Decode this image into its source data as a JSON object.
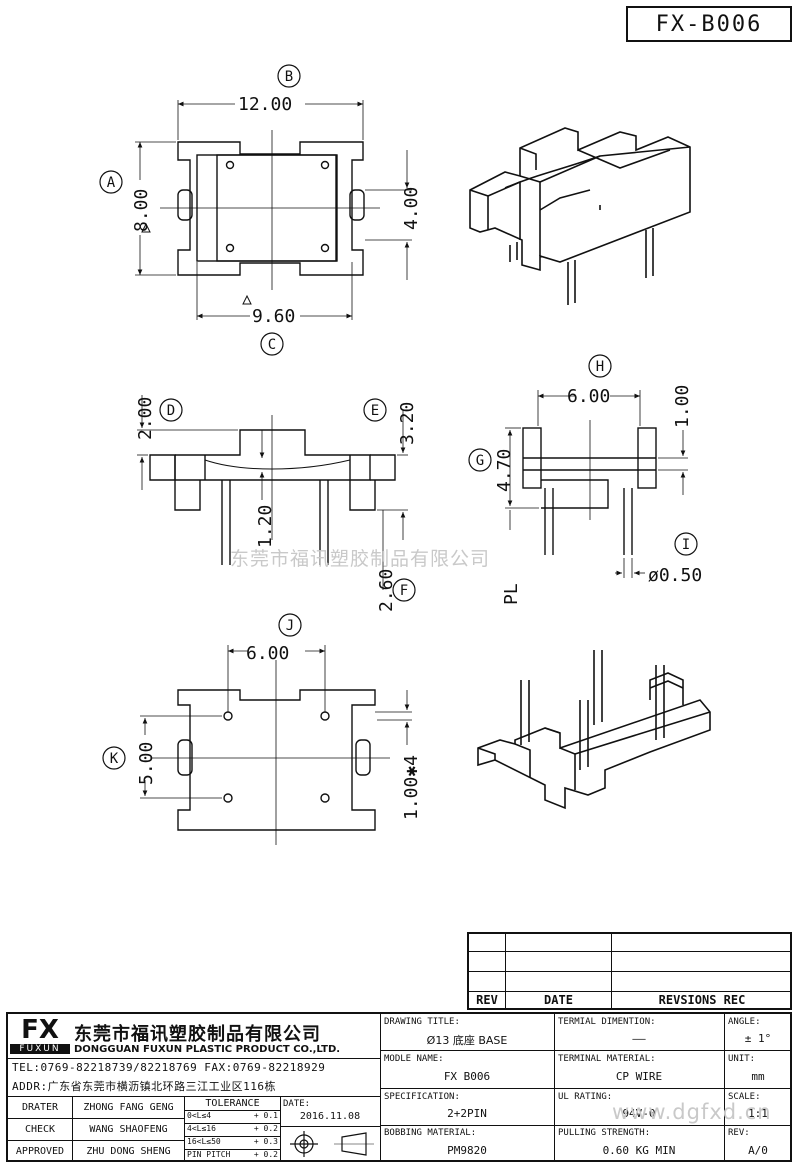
{
  "part_no": "FX-B006",
  "watermark": "东莞市福讯塑胶制品有限公司",
  "watermark_url": "www.dgfxd.cn",
  "dims": {
    "b": "12.00",
    "a": "8.00",
    "c": "9.60",
    "h_400": "4.00",
    "d": "2.00",
    "e": "3.20",
    "f": "2.60",
    "g": "4.70",
    "h": "6.00",
    "h_100": "1.00",
    "i": "ø0.50",
    "pl": "PL",
    "j": "6.00",
    "k": "5.00",
    "pin": "1.00✱4",
    "small_120": "1.20"
  },
  "balloons": [
    "A",
    "B",
    "C",
    "D",
    "E",
    "F",
    "G",
    "H",
    "I",
    "J",
    "K"
  ],
  "rev_table": {
    "headers": [
      "REV",
      "DATE",
      "REVSIONS REC"
    ]
  },
  "company": {
    "logo": "FX",
    "logo_sub": "FUXUN",
    "name_cn": "东莞市福讯塑胶制品有限公司",
    "name_en": "DONGGUAN FUXUN PLASTIC PRODUCT CO.,LTD.",
    "tel": "TEL:0769-82218739/82218769 FAX:0769-82218929",
    "addr": "ADDR:广东省东莞市横沥镇北环路三江工业区116栋"
  },
  "people": [
    {
      "role": "DRATER",
      "name": "ZHONG FANG GENG"
    },
    {
      "role": "CHECK",
      "name": "WANG SHAOFENG"
    },
    {
      "role": "APPROVED",
      "name": "ZHU DONG SHENG"
    }
  ],
  "tolerance": {
    "title": "TOLERANCE",
    "rows": [
      {
        "range": "0<L≤4",
        "tol": "+ 0.1"
      },
      {
        "range": "4<L≤16",
        "tol": "+ 0.2"
      },
      {
        "range": "16<L≤50",
        "tol": "+ 0.3"
      },
      {
        "range": "PIN PITCH",
        "tol": "+ 0.2"
      }
    ]
  },
  "date": {
    "label": "DATE:",
    "value": "2016.11.08"
  },
  "fields": {
    "drawing_title": {
      "label": "DRAWING TITLE:",
      "value": "Ø13 底座 BASE"
    },
    "model_name": {
      "label": "MODLE NAME:",
      "value": "FX B006"
    },
    "specification": {
      "label": "SPECIFICATION:",
      "value": "2+2PIN"
    },
    "bobbing_material": {
      "label": "BOBBING MATERIAL:",
      "value": "PM9820"
    },
    "terminal_dimention": {
      "label": "TERMIAL DIMENTION:",
      "value": "——"
    },
    "terminal_material": {
      "label": "TERMINAL MATERIAL:",
      "value": "CP WIRE"
    },
    "ul_rating": {
      "label": "UL RATING:",
      "value": "94V-0"
    },
    "pulling_strength": {
      "label": "PULLING STRENGTH:",
      "value": "0.60 KG MIN"
    },
    "angle": {
      "label": "ANGLE:",
      "value": "± 1°"
    },
    "unit": {
      "label": "UNIT:",
      "value": "mm"
    },
    "scale": {
      "label": "SCALE:",
      "value": "1:1"
    },
    "rev": {
      "label": "REV:",
      "value": "A/0"
    }
  }
}
